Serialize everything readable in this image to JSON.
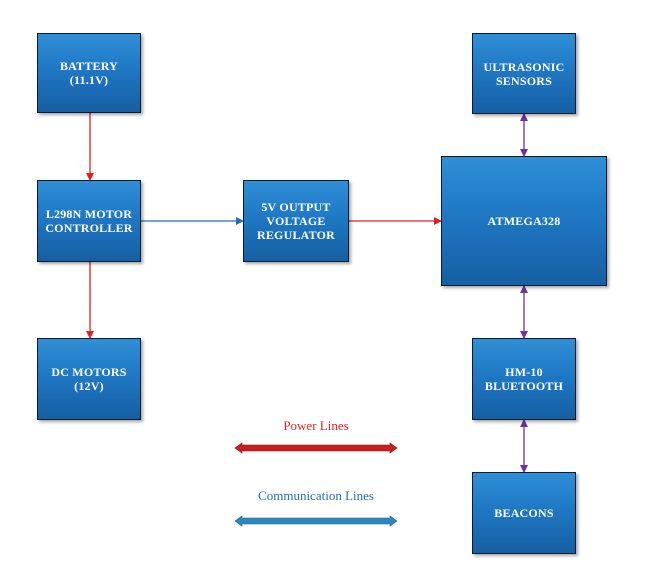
{
  "blocks": {
    "battery": {
      "line1": "BATTERY",
      "line2": "(11.1V)"
    },
    "motor_controller": {
      "line1": "L298N MOTOR",
      "line2": "CONTROLLER"
    },
    "dc_motors": {
      "line1": "DC MOTORS",
      "line2": "(12V)"
    },
    "regulator": {
      "line1": "5V OUTPUT",
      "line2": "VOLTAGE",
      "line3": "REGULATOR"
    },
    "mcu": {
      "line1": "ATMEGA328"
    },
    "ultrasonic": {
      "line1": "ULTRASONIC",
      "line2": "SENSORS"
    },
    "bluetooth": {
      "line1": "HM-10",
      "line2": "BLUETOOTH"
    },
    "beacons": {
      "line1": "BEACONS"
    }
  },
  "legend": {
    "power": {
      "label": "Power Lines",
      "color": "#e02020"
    },
    "communication": {
      "label": "Communication Lines",
      "color": "#1f6fb5"
    }
  },
  "colors": {
    "power_arrow": "#e02020",
    "comm_arrow": "#1f6fb5",
    "bidirectional_arrow": "#7030a0"
  }
}
